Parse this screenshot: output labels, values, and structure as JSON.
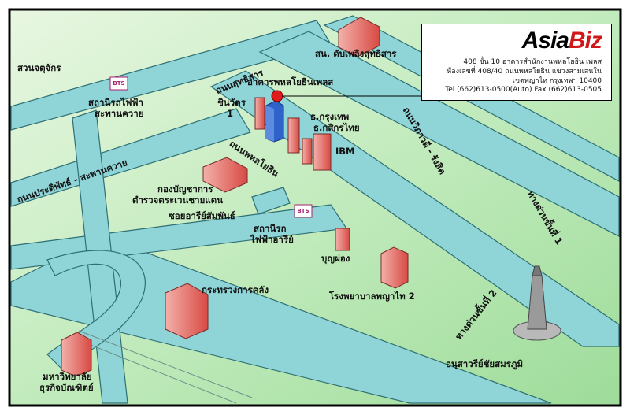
{
  "company": {
    "logo_main": "Asia",
    "logo_accent": "Biz",
    "address_line1": "408 ชั้น 10 อาคารสำนักงานพหลโยธิน เพลส",
    "address_line2": "ห้องเลขที่ 408/40 ถนนพหลโยธิน แขวงสามเสนใน",
    "address_line3": "เขตพญาไท กรุงเทพฯ 10400",
    "contact": "Tel (662)613-0500(Auto) Fax (662)613-0505"
  },
  "roads": {
    "sutthisan": "ถนนสุทธิสาร",
    "phahonyothin": "ถนนพหลโยธิน",
    "pradipat": "ถนนประดิพัทธ์ - สะพานควาย",
    "vibhavadi": "ถนนวิภาวดี - รังสิต",
    "expressway1": "ทางด่วนขั้นที่ 1",
    "expressway2": "ทางด่วนขั้นที่ 2",
    "soi_ari": "ซอยอารีย์สัมพันธ์"
  },
  "places": {
    "chatuchak_park": "สวนจตุจักร",
    "fire_station": "สน. ดับเพลิงสุทธิสาร",
    "office_building": "อาคารพหลโยธินเพลส",
    "shinawatra": "ชินวัตร",
    "shinawatra_num": "1",
    "bangkok_bank": "ธ.กรุงเทพ",
    "kasikorn_bank": "ธ.กสิกรไทย",
    "ibm": "IBM",
    "bts_saphan_khwai_1": "สถานีรถไฟฟ้า",
    "bts_saphan_khwai_2": "สะพานควาย",
    "bts_ari_1": "สถานีรถ",
    "bts_ari_2": "ไฟฟ้าอารีย์",
    "border_police_1": "กองบัญชาการ",
    "border_police_2": "ตำรวจตระเวนชายแดน",
    "boonphong": "บุญผ่อง",
    "phyathai_hospital": "โรงพยาบาลพญาไท 2",
    "finance_ministry": "กระทรวงการคลัง",
    "university_1": "มหาวิทยาลัย",
    "university_2": "ธุรกิจบัณฑิตย์",
    "victory_monument": "อนุสาวรีย์ชัยสมรภูมิ"
  },
  "colors": {
    "background": "#bfe9bc",
    "road": "#8fd5d8",
    "road_edge": "#2f6f74",
    "building": "#e8807a",
    "marker": "#e01b1b",
    "tower": "#2f63c9"
  },
  "icons": {
    "bts": "bts-logo-icon",
    "marker": "location-marker-icon",
    "monument": "victory-monument-icon"
  }
}
